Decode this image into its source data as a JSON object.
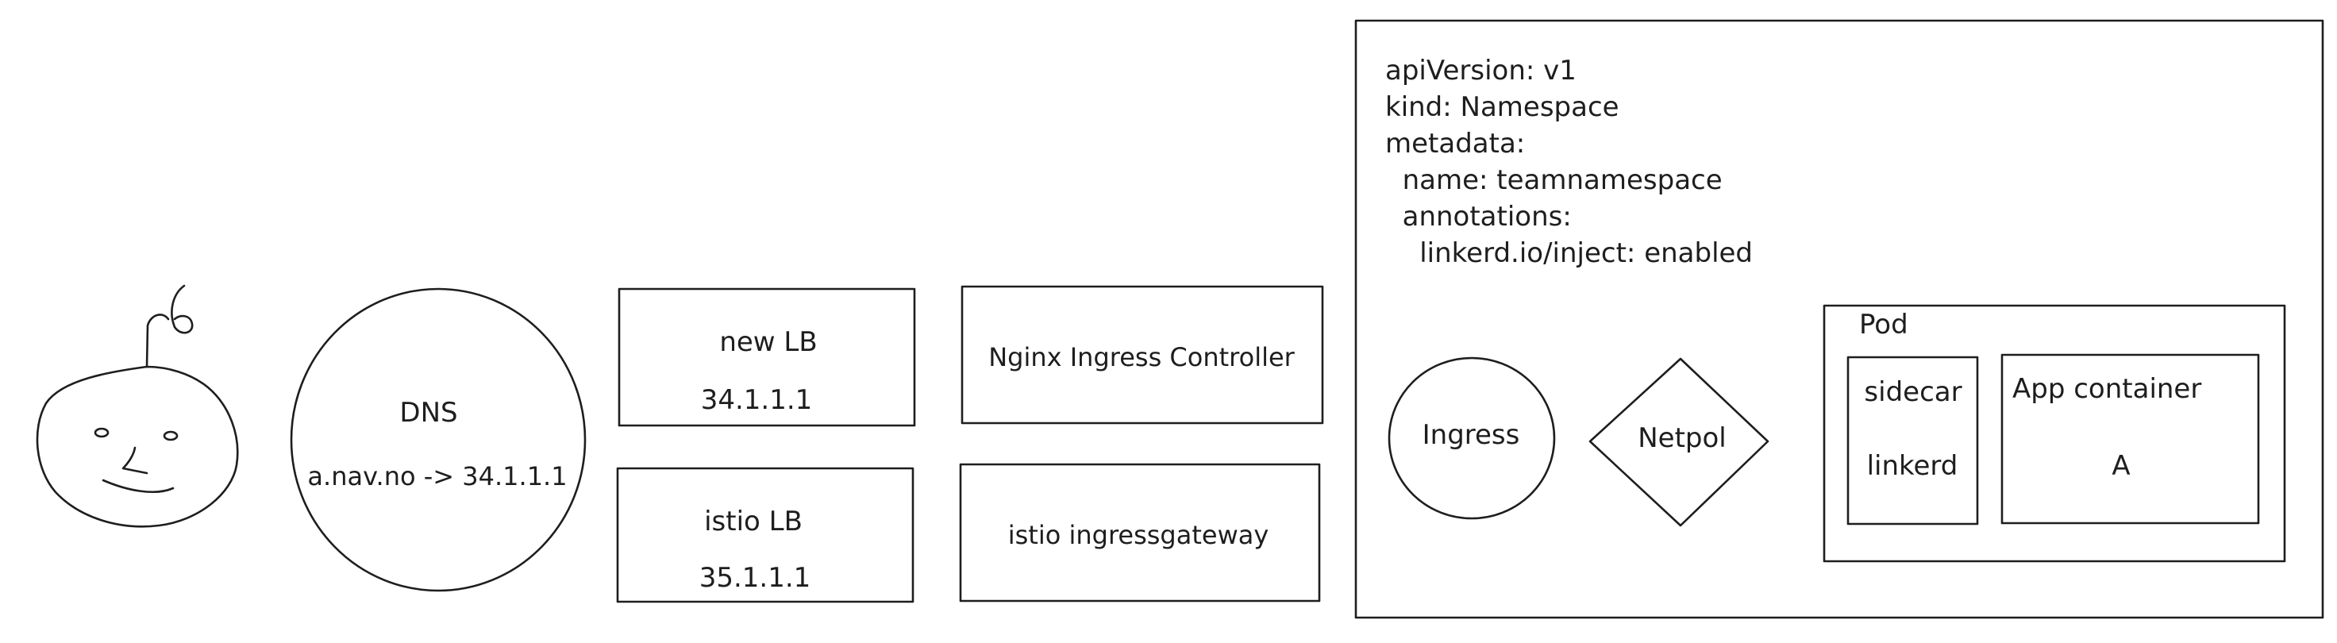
{
  "user": {
    "icon": "face-icon"
  },
  "dns": {
    "title": "DNS",
    "record": "a.nav.no -> 34.1.1.1"
  },
  "load_balancers": [
    {
      "name": "new LB",
      "ip": "34.1.1.1"
    },
    {
      "name": "istio LB",
      "ip": "35.1.1.1"
    }
  ],
  "controllers": [
    {
      "label": "Nginx Ingress Controller"
    },
    {
      "label": "istio ingressgateway"
    }
  ],
  "namespace_yaml": {
    "lines": [
      "apiVersion: v1",
      "kind: Namespace",
      "metadata:",
      "  name: teamnamespace",
      "  annotations:",
      "    linkerd.io/inject: enabled"
    ]
  },
  "ingress": {
    "label": "Ingress"
  },
  "netpol": {
    "label": "Netpol"
  },
  "pod": {
    "title": "Pod",
    "sidecar": {
      "title": "sidecar",
      "name": "linkerd"
    },
    "app": {
      "title": "App container",
      "name": "A"
    }
  }
}
